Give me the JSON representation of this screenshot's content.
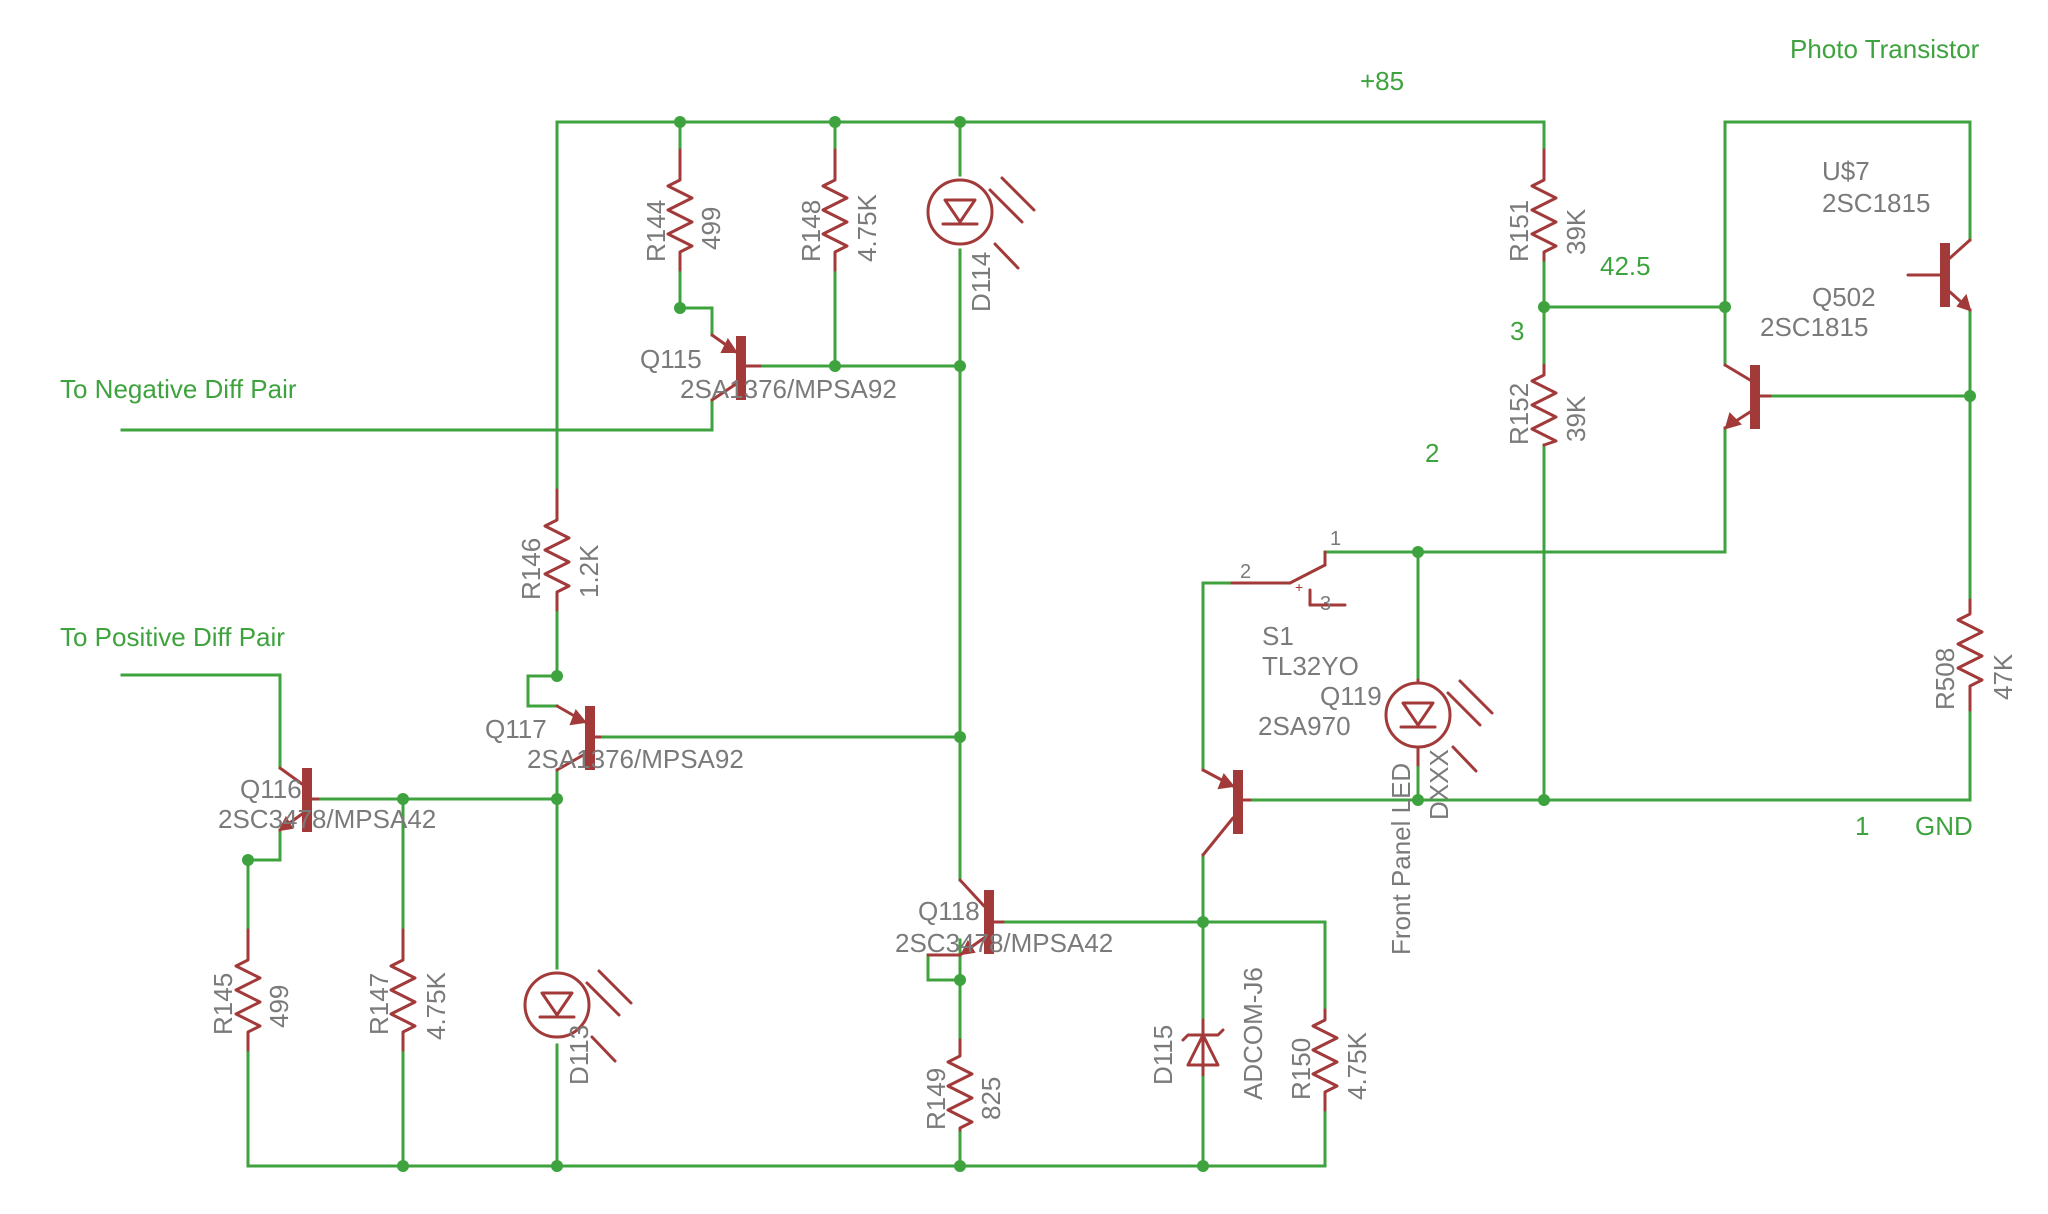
{
  "nets": {
    "v85": "+85",
    "v42": "42.5",
    "n3": "3",
    "n2": "2",
    "n1": "1",
    "gnd": "GND",
    "photo": "Photo Transistor",
    "neg": "To Negative Diff Pair",
    "pos": "To Positive Diff Pair"
  },
  "resistors": [
    {
      "name": "R144",
      "value": "499"
    },
    {
      "name": "R148",
      "value": "4.75K"
    },
    {
      "name": "R146",
      "value": "1.2K"
    },
    {
      "name": "R145",
      "value": "499"
    },
    {
      "name": "R147",
      "value": "4.75K"
    },
    {
      "name": "R149",
      "value": "825"
    },
    {
      "name": "R150",
      "value": "4.75K"
    },
    {
      "name": "R151",
      "value": "39K"
    },
    {
      "name": "R152",
      "value": "39K"
    },
    {
      "name": "R508",
      "value": "47K"
    }
  ],
  "transistors": [
    {
      "name": "Q115",
      "value": "2SA1376/MPSA92"
    },
    {
      "name": "Q117",
      "value": "2SA1376/MPSA92"
    },
    {
      "name": "Q116",
      "value": "2SC3478/MPSA42"
    },
    {
      "name": "Q118",
      "value": "2SC3478/MPSA42"
    },
    {
      "name": "Q119",
      "value": "2SA970"
    },
    {
      "name": "Q502",
      "value": "2SC1815"
    },
    {
      "name": "U$7",
      "value": "2SC1815"
    }
  ],
  "diodes": [
    {
      "name": "D114"
    },
    {
      "name": "D113"
    },
    {
      "name": "D115",
      "value": "ADCOM-J6"
    },
    {
      "name": "Front Panel LED",
      "value": "DXXX"
    }
  ],
  "switch": {
    "name": "S1",
    "value": "TL32YO",
    "pin1": "1",
    "pin2": "2",
    "pin3": "3"
  },
  "colors": {
    "wire": "#3ea33e",
    "part": "#a33a3a",
    "label": "#7a7a7a"
  }
}
